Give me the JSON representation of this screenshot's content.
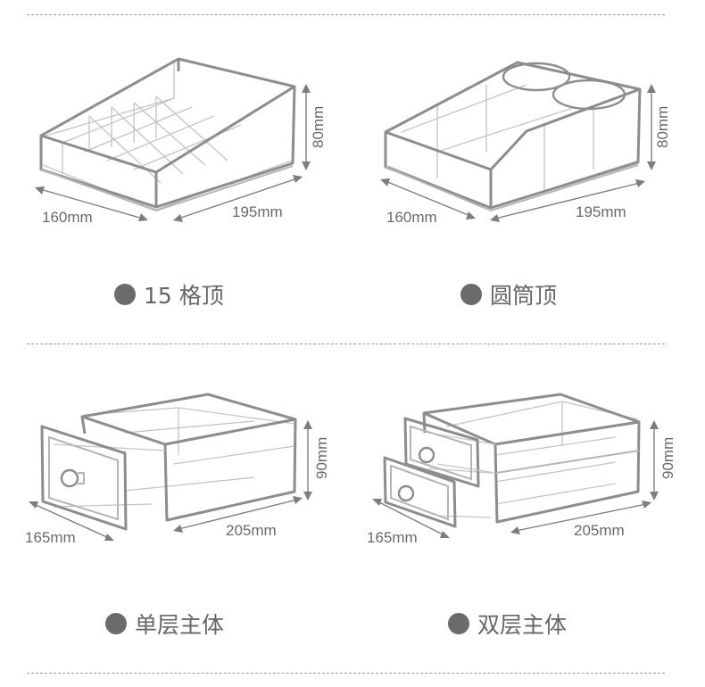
{
  "colors": {
    "divider": "#9a9a9a",
    "outline": "#8d8d8d",
    "text": "#666666",
    "dot": "#6b6b6b"
  },
  "items": [
    {
      "caption": "15 格顶",
      "depth": "160mm",
      "width": "195mm",
      "height": "80mm"
    },
    {
      "caption": "圆筒顶",
      "depth": "160mm",
      "width": "195mm",
      "height": "80mm"
    },
    {
      "caption": "单层主体",
      "depth": "165mm",
      "width": "205mm",
      "height": "90mm"
    },
    {
      "caption": "双层主体",
      "depth": "165mm",
      "width": "205mm",
      "height": "90mm"
    }
  ]
}
